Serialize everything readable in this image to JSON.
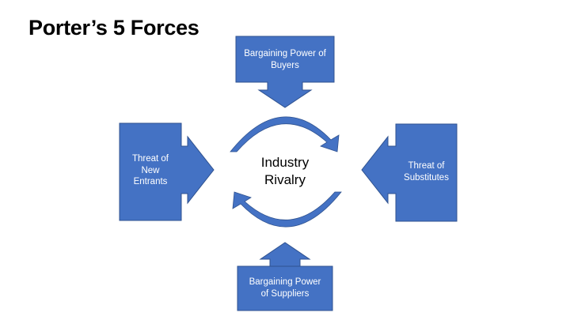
{
  "title": "Porter’s 5 Forces",
  "colors": {
    "fill": "#4472c4",
    "stroke": "#2f528f",
    "text_on_fill": "#ffffff"
  },
  "forces": {
    "top": "Bargaining Power of\nBuyers",
    "left": "Threat of\nNew\nEntrants",
    "right": "Threat of\nSubstitutes",
    "bottom": "Bargaining Power\nof Suppliers"
  },
  "center": "Industry\nRivalry"
}
